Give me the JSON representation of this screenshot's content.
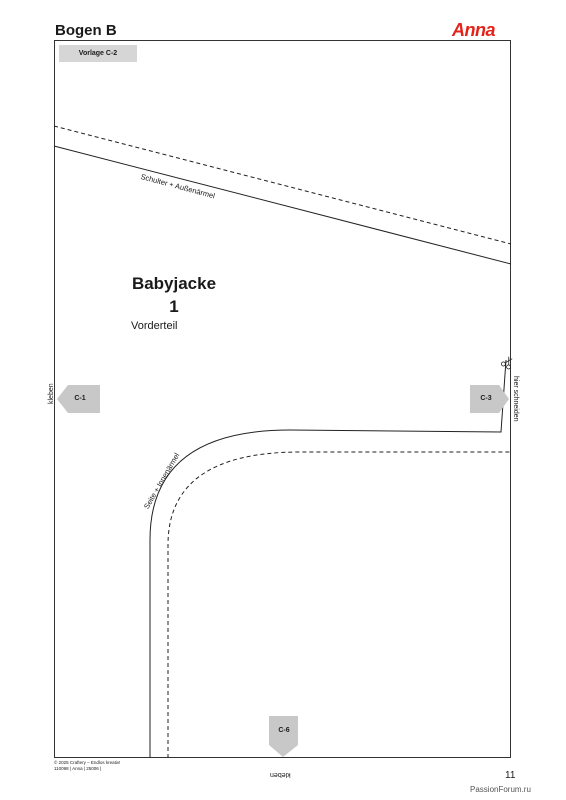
{
  "header": {
    "sheet": "Bogen B",
    "brand": "Anna",
    "brand_color": "#e2231a"
  },
  "template_tag": "Vorlage C-2",
  "pattern": {
    "title": "Babyjacke",
    "number": "1",
    "piece": "Vorderteil",
    "shoulder_label": "Schulter + Außenärmel",
    "side_label": "Seite + Innenärmel"
  },
  "markers": {
    "left": "C-1",
    "right": "C-3",
    "bottom": "C-6"
  },
  "edge_text": {
    "left": "kleben",
    "right": "hier schneiden",
    "bottom": "kleben"
  },
  "footer": {
    "line1": "© 2025 Craftery – Endlos kreativ!",
    "line2": "110098 | Anna | 25006 |"
  },
  "page_number": "11",
  "watermark": "PassionForum.ru",
  "icons": {
    "scissors": "scissors-icon"
  }
}
